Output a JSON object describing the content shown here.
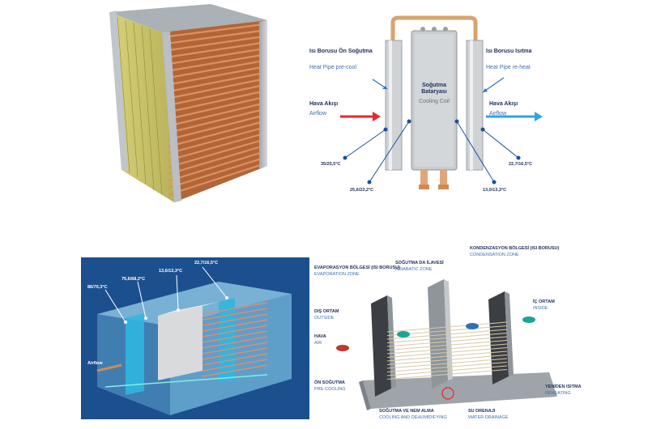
{
  "heat_pipe_diagram": {
    "precool_tr": "Isı Borusu Ön Soğutma",
    "precool_en": "Heat Pipe pre-cool",
    "reheat_tr": "Isı Borusu Isıtma",
    "reheat_en": "Heat Pipe re-heat",
    "airflow_in_tr": "Hava Akışı",
    "airflow_in_en": "Airflow",
    "airflow_out_tr": "Hava Akışı",
    "airflow_out_en": "Airflow",
    "coil_tr": "Soğutma Bataryası",
    "coil_en": "Cooling Coil",
    "temp_inlet": "35/25,5°C",
    "temp_precooled": "25,6/23,2°C",
    "temp_coil_out": "13,0/13,3°C",
    "temp_outlet": "22,7/16,5°C",
    "colors": {
      "inflow_arrow": "#e8272d",
      "outflow_arrow": "#2fa4e7",
      "pipe": "#cfd3d6",
      "coil": "#c9ccce"
    }
  },
  "duct_diagram": {
    "airflow_label": "Airflow",
    "temp_1": "86/70,3°C",
    "temp_2": "75,6/68,2°C",
    "temp_3": "13,6/13,3°C",
    "temp_4": "22,7/16,5°C",
    "colors": {
      "background": "#1c4f8e",
      "duct": "#8fd0e8",
      "fins": "#e58a6c"
    }
  },
  "zone_diagram": {
    "evap_tr": "EVAPORASYON BÖLGESİ (ISI BORUSU)",
    "evap_en": "EVAPORATION ZONE",
    "adiabatic_tr": "SOĞUTMA DA İLAVESİ",
    "adiabatic_en": "ADIABATIC ZONE",
    "cond_tr": "KONDENZASYON BÖLGESİ (ISI BORUSU)",
    "cond_en": "CONDENSATION ZONE",
    "outside_tr": "DIŞ ORTAM",
    "outside_en": "OUTSIDE",
    "inside_tr": "İÇ ORTAM",
    "inside_en": "INSIDE",
    "air_tr": "HAVA",
    "air_en": "AIR",
    "precool_tr": "ÖN SOĞUTMA",
    "precool_en": "PRE-COOLING",
    "cooling_tr": "SOĞUTMA VE NEM ALMA",
    "cooling_en": "COOLING AND DEHUMIDIFYING",
    "drainage_tr": "SU DRENAJI",
    "drainage_en": "WATER DRAINAGE",
    "reheat_tr": "YENİDEN ISITMA",
    "reheat_en": "REHEATING"
  }
}
